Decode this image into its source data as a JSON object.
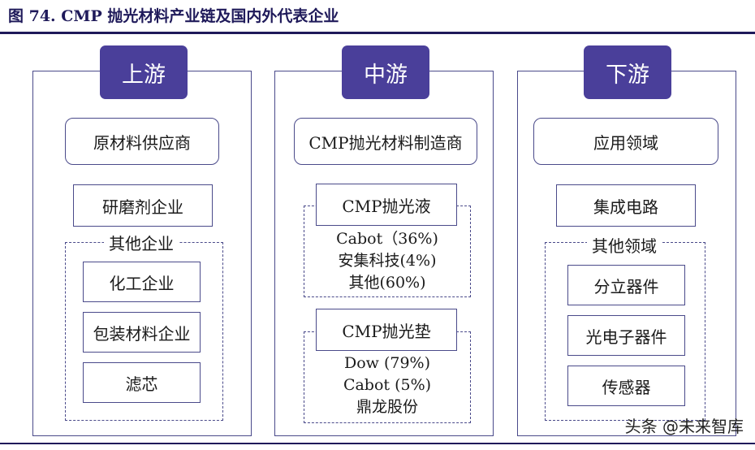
{
  "title": "图 74. CMP 抛光材料产业链及国内外代表企业",
  "upstream": {
    "header": "上游",
    "category": "原材料供应商",
    "main_company": "研磨剂企业",
    "other_group": {
      "label": "其他企业",
      "items": [
        "化工企业",
        "包装材料企业",
        "滤芯"
      ]
    }
  },
  "midstream": {
    "header": "中游",
    "category": "CMP抛光材料制造商",
    "slurry": {
      "label": "CMP抛光液",
      "lines": [
        "Cabot（36%)",
        "安集科技(4%)",
        "其他(60%)"
      ]
    },
    "pad": {
      "label": "CMP抛光垫",
      "lines": [
        "Dow (79%)",
        "Cabot (5%)",
        "鼎龙股份"
      ]
    }
  },
  "downstream": {
    "header": "下游",
    "category": "应用领域",
    "main_field": "集成电路",
    "other_group": {
      "label": "其他领域",
      "items": [
        "分立器件",
        "光电子器件",
        "传感器"
      ]
    }
  },
  "watermark": "头条 @未来智库",
  "colors": {
    "header_fill": "#4a3f9a",
    "border": "#4a4a8a",
    "title_text": "#1f1a5a"
  }
}
